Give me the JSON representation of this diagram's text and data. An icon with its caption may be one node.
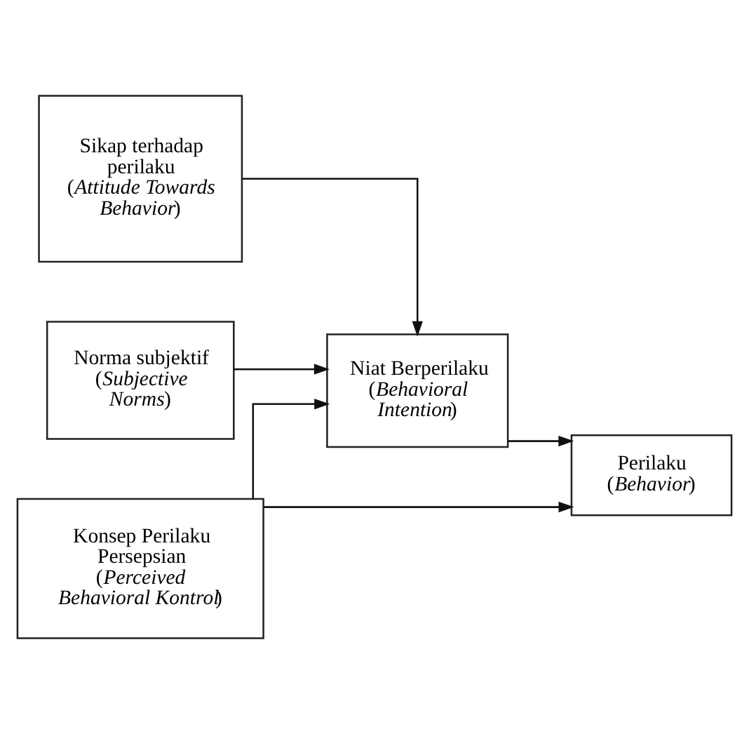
{
  "diagram": {
    "nodes": [
      {
        "text": [
          "Sikap terhadap perilaku (*Attitude Towards Behavior*)"
        ]
      },
      {
        "text": [
          "Norma subjektif (*Subjective Norms*)"
        ]
      },
      {
        "text": [
          "Niat Berperilaku (*Behavioral Intention*)"
        ]
      },
      {
        "text": [
          "Perilaku (*Behavior*)"
        ]
      },
      {
        "text": [
          "Konsep Perilaku Persepsian (*Perceived Behavioral Kontrol*)"
        ]
      }
    ],
    "edges": [
      {
        "from": 0,
        "to": 2,
        "arrow": "to"
      },
      {
        "from": 1,
        "to": 2,
        "arrow": "to"
      },
      {
        "from": 2,
        "to": 3,
        "arrow": "to"
      },
      {
        "from": 4,
        "to": 2,
        "arrow": "to"
      },
      {
        "from": 4,
        "to": 3,
        "arrow": "to"
      }
    ]
  }
}
